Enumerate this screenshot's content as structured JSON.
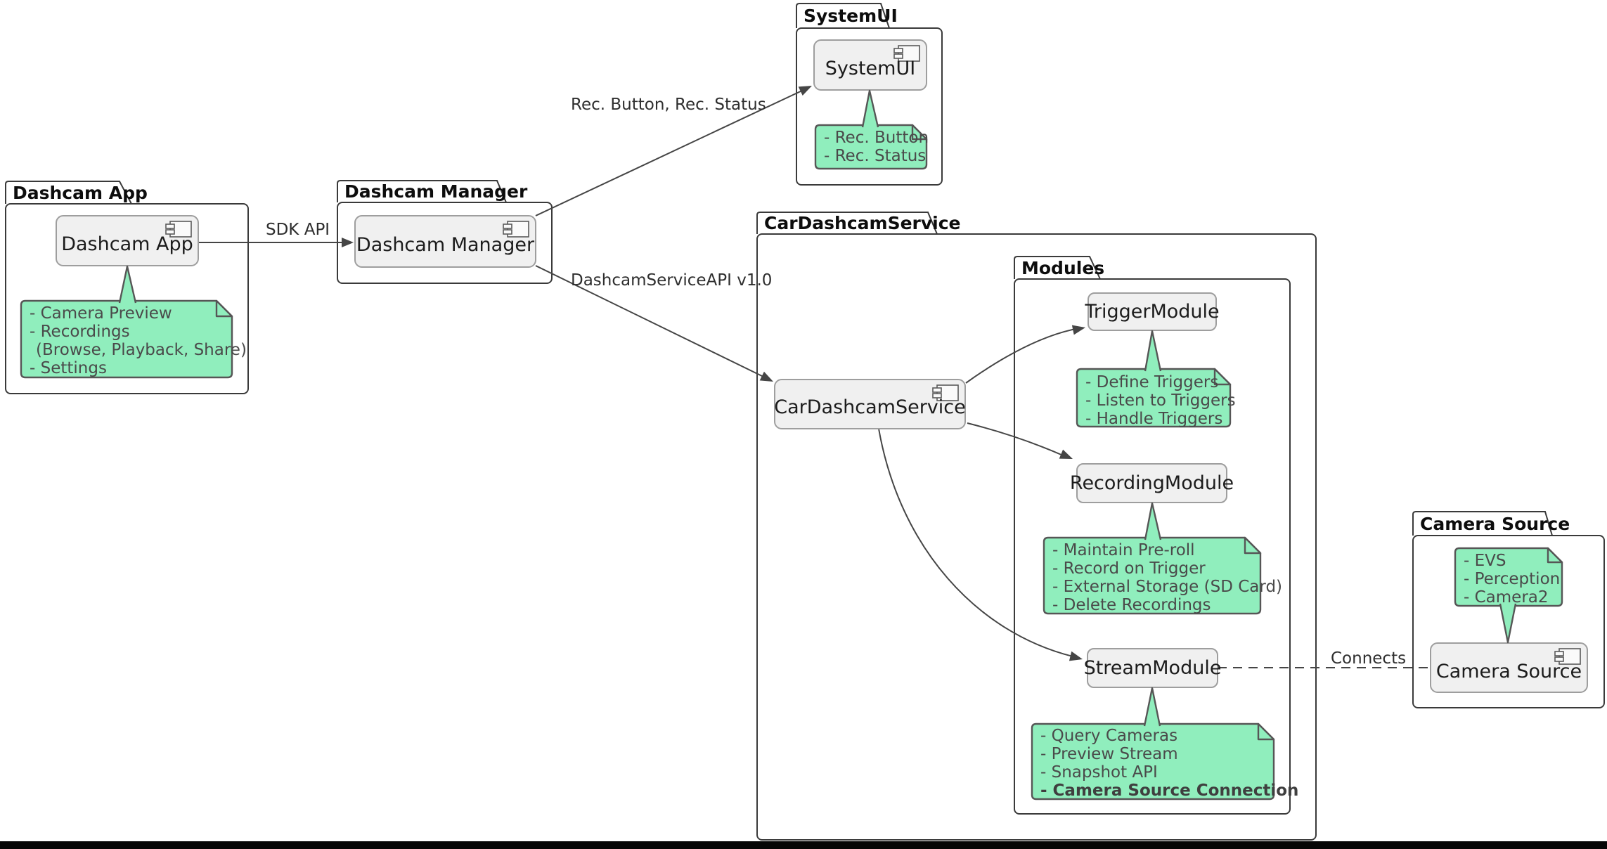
{
  "diagram": {
    "packages": {
      "dashcam_app": {
        "title": "Dashcam App"
      },
      "dashcam_manager": {
        "title": "Dashcam Manager"
      },
      "system_ui": {
        "title": "SystemUI"
      },
      "car_dashcam_service": {
        "title": "CarDashcamService"
      },
      "modules": {
        "title": "Modules"
      },
      "camera_source": {
        "title": "Camera Source"
      }
    },
    "components": {
      "dashcam_app": {
        "label": "Dashcam App"
      },
      "dashcam_manager": {
        "label": "Dashcam Manager"
      },
      "system_ui": {
        "label": "SystemUI"
      },
      "car_dashcam_service": {
        "label": "CarDashcamService"
      },
      "trigger_module": {
        "label": "TriggerModule"
      },
      "recording_module": {
        "label": "RecordingModule"
      },
      "stream_module": {
        "label": "StreamModule"
      },
      "camera_source": {
        "label": "Camera Source"
      }
    },
    "notes": {
      "dashcam_app": {
        "lines": [
          "- Camera Preview",
          "- Recordings",
          "(Browse, Playback, Share)",
          "- Settings"
        ]
      },
      "system_ui": {
        "lines": [
          "- Rec. Button",
          "- Rec. Status"
        ]
      },
      "trigger_module": {
        "lines": [
          "- Define Triggers",
          "- Listen to Triggers",
          "- Handle Triggers"
        ]
      },
      "recording_module": {
        "lines": [
          "- Maintain Pre-roll",
          "- Record on Trigger",
          "- External Storage (SD Card)",
          "- Delete Recordings"
        ]
      },
      "stream_module": {
        "lines": [
          "- Query Cameras",
          "- Preview Stream",
          "- Snapshot API",
          "- Camera Source Connection"
        ]
      },
      "camera_source": {
        "lines": [
          "- EVS",
          "- Perception",
          "- Camera2"
        ]
      }
    },
    "edges": {
      "sdk_api": {
        "label": "SDK API"
      },
      "rec_button_status": {
        "label": "Rec. Button, Rec. Status"
      },
      "dashcam_service_api": {
        "label": "DashcamServiceAPI v1.0"
      },
      "connects": {
        "label": "Connects"
      }
    },
    "colors": {
      "note_fill": "#90EEBD",
      "note_border": "#565656",
      "component_fill": "#F0F0F0",
      "component_border": "#9E9E9E",
      "package_border": "#3A3A3A",
      "edge": "#454545",
      "note_text": "#4A4A4A",
      "bottom_bar": "#060606"
    }
  }
}
